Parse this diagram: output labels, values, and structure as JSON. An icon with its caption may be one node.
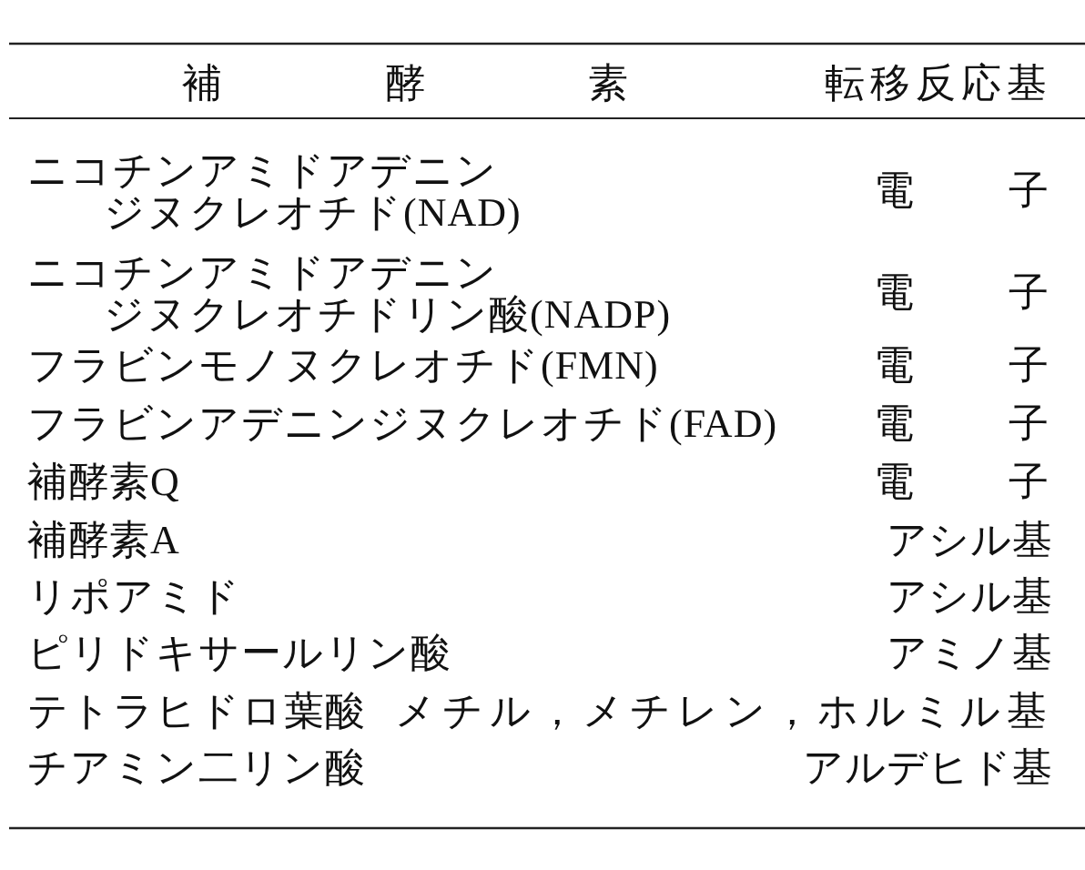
{
  "diagram": {
    "labels": [
      "補酵素",
      "転移反応基",
      "ニコチンアミドアデニンジヌクレオチド(NAD)",
      "電子",
      "ニコチンアミドアデニンジヌクレオチドリン酸(NADP)",
      "電子",
      "フラビンモノヌクレオチド(FMN)",
      "電子",
      "フラビンアデニンジヌクレオチド(FAD)",
      "電子",
      "補酵素Q",
      "電子",
      "補酵素A",
      "アシル基",
      "リポアミド",
      "アシル基",
      "ピリドキサールリン酸",
      "アミノ基",
      "テトラヒドロ葉酸",
      "メチル，メチレン，ホルミル基",
      "チアミン二リン酸",
      "アルデヒド基"
    ]
  }
}
